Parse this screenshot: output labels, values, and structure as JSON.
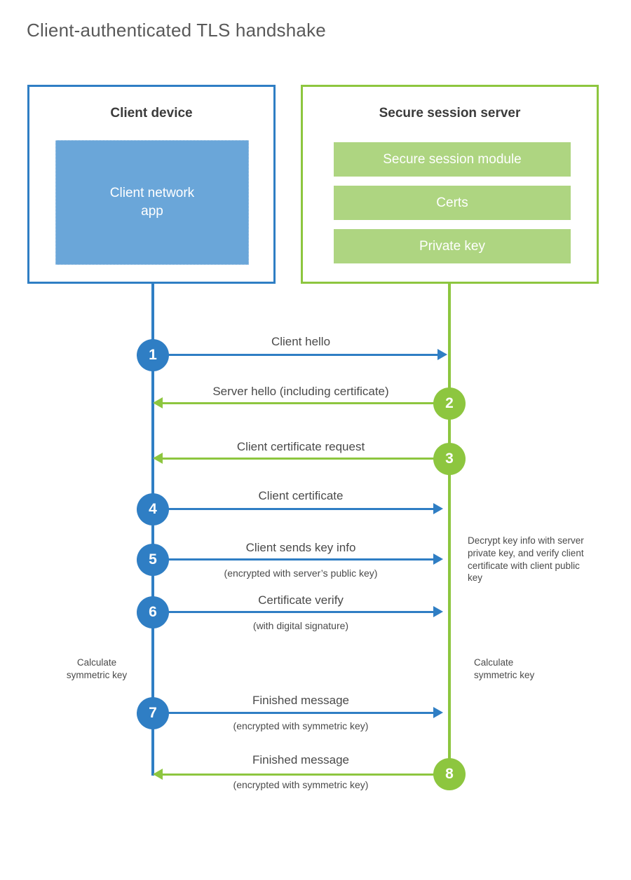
{
  "title": "Client-authenticated TLS handshake",
  "colors": {
    "client_blue": "#2f7ec4",
    "client_app_fill": "#6aa6d9",
    "server_green": "#8dc63f",
    "server_bar_fill": "#aed581",
    "text": "#4a4a4a"
  },
  "entities": {
    "client": {
      "title": "Client device",
      "app_label": "Client network\napp"
    },
    "server": {
      "title": "Secure session server",
      "components": [
        "Secure session module",
        "Certs",
        "Private key"
      ]
    }
  },
  "steps": [
    {
      "number": "1",
      "direction": "client-to-server",
      "label": "Client hello",
      "sublabel": ""
    },
    {
      "number": "2",
      "direction": "server-to-client",
      "label": "Server hello (including certificate)",
      "sublabel": ""
    },
    {
      "number": "3",
      "direction": "server-to-client",
      "label": "Client certificate request",
      "sublabel": ""
    },
    {
      "number": "4",
      "direction": "client-to-server",
      "label": "Client certificate",
      "sublabel": ""
    },
    {
      "number": "5",
      "direction": "client-to-server",
      "label": "Client sends key info",
      "sublabel": "(encrypted with server’s public key)"
    },
    {
      "number": "6",
      "direction": "client-to-server",
      "label": "Certificate verify",
      "sublabel": "(with digital signature)"
    },
    {
      "number": "7",
      "direction": "client-to-server",
      "label": "Finished message",
      "sublabel": "(encrypted with symmetric key)"
    },
    {
      "number": "8",
      "direction": "server-to-client",
      "label": "Finished message",
      "sublabel": "(encrypted with symmetric key)"
    }
  ],
  "notes": {
    "server_decrypt": "Decrypt key info with server private key, and verify client certificate with client public key",
    "client_calculate": "Calculate\nsymmetric key",
    "server_calculate": "Calculate\nsymmetric key"
  }
}
